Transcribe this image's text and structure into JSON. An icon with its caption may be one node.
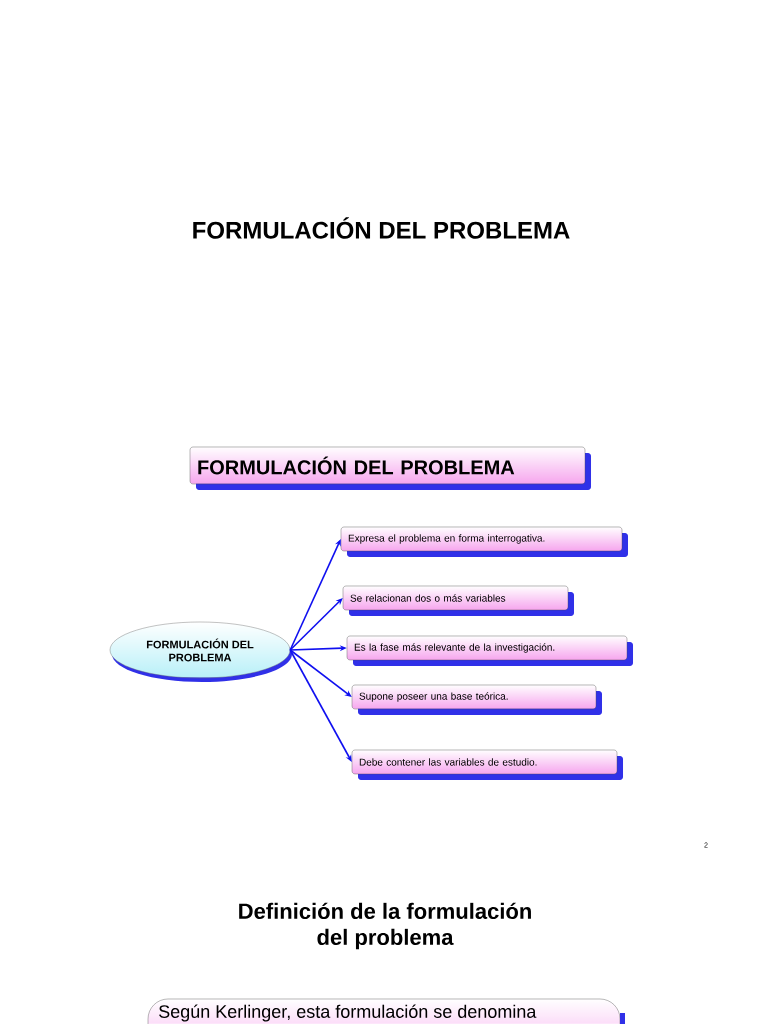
{
  "diagram": {
    "title": "FORMULACIÓN DEL PROBLEMA",
    "nodes": [
      {
        "text": [
          "FORMULACIÓN DEL PROBLEMA"
        ]
      },
      {
        "text": [
          "FORMULACIÓN DEL PROBLEMA"
        ]
      },
      {
        "text": [
          "Expresa el problema en forma interrogativa."
        ]
      },
      {
        "text": [
          "Se relacionan dos o más variables"
        ]
      },
      {
        "text": [
          "Es la fase más relevante de la investigación."
        ]
      },
      {
        "text": [
          "Supone poseer una base teórica."
        ]
      },
      {
        "text": [
          "Debe contener las variables de estudio."
        ]
      },
      {
        "text": [
          "Según Kerlinger, esta formulación se denomina"
        ]
      }
    ],
    "edges": [
      {
        "from": 1,
        "to": 2,
        "arrow": "to"
      },
      {
        "from": 1,
        "to": 3,
        "arrow": "to"
      },
      {
        "from": 1,
        "to": 4,
        "arrow": "to"
      },
      {
        "from": 1,
        "to": 5,
        "arrow": "to"
      },
      {
        "from": 1,
        "to": 6,
        "arrow": "to"
      }
    ],
    "labels": [
      "2",
      "Definición de la formulación del problema"
    ]
  }
}
